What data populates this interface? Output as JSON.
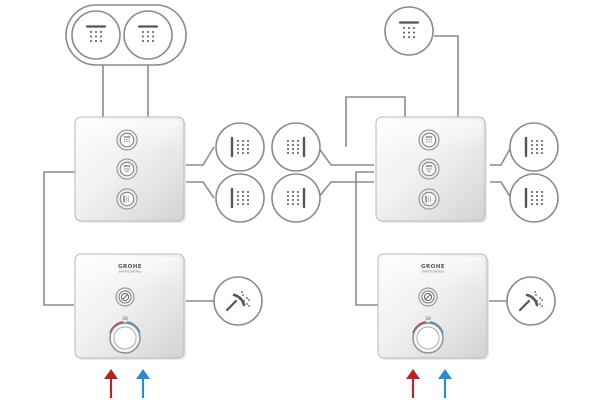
{
  "brand": {
    "logo_text": "GROHE",
    "logo_subtext": "SMARTCONTROL"
  },
  "thermostat": {
    "temperature_mark": "38"
  },
  "colors": {
    "hot": "#b2262b",
    "cold": "#2e8bd0",
    "pipe": "#8c8c8c",
    "chrome_light": "#fafafa",
    "chrome_dark": "#cfcfcf"
  },
  "icons": {
    "overhead_shower": "overhead-shower-icon",
    "body_jet": "body-jet-icon",
    "hand_shower": "hand-shower-icon",
    "button_rain": "rain-spray-icon",
    "button_mist": "mist-spray-icon",
    "button_jet": "jet-spray-icon",
    "knob_push": "push-button-icon"
  }
}
